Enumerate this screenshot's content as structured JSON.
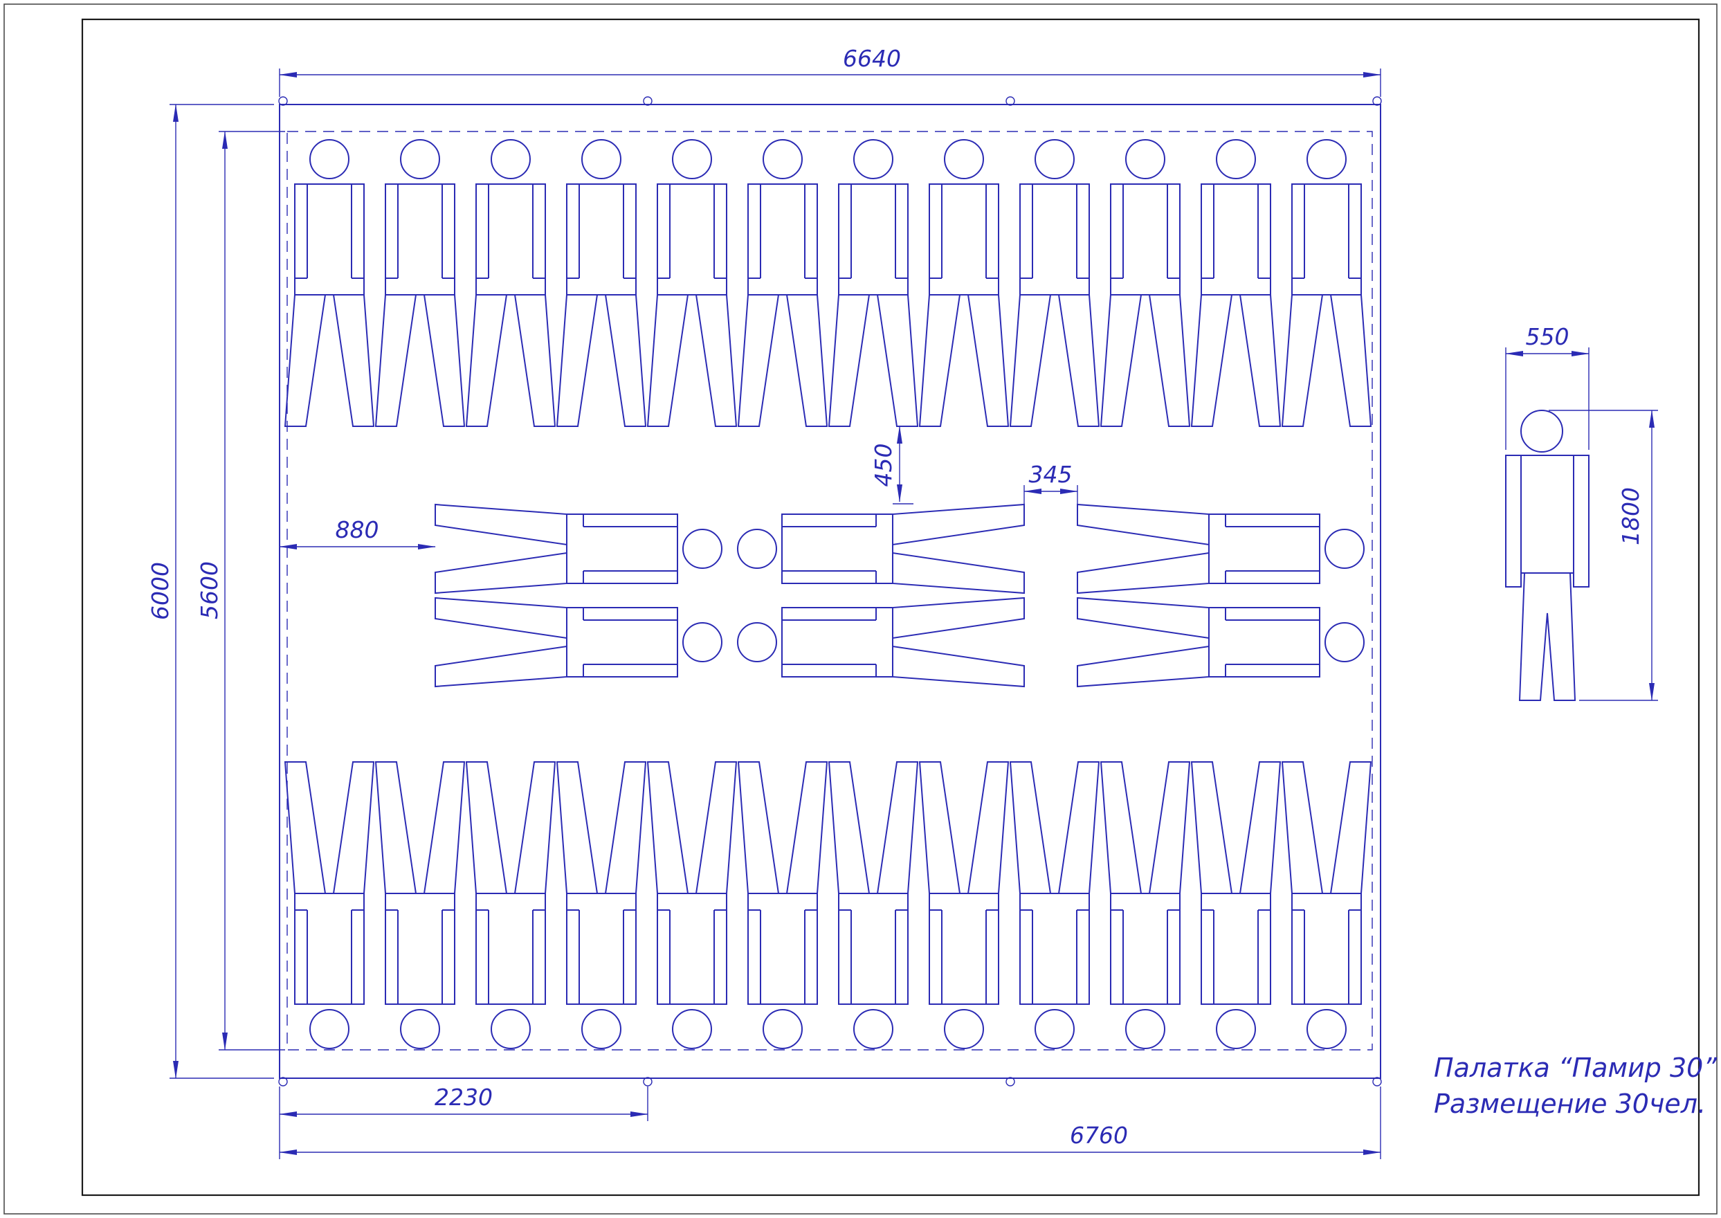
{
  "drawing": {
    "title": {
      "line1": "Палатка “Памир 30”",
      "line2": "Размещение 30чел."
    },
    "dimensions": {
      "tent_width_top": "6640",
      "tent_height_outer": "6000",
      "tent_height_inner": "5600",
      "side_offset": "880",
      "center_gap_vertical": "450",
      "center_gap_horizontal": "345",
      "bottom_segment": "2230",
      "tent_width_bottom": "6760",
      "person_width": "550",
      "person_height": "1800"
    },
    "figures": {
      "top_row_people": 12,
      "bottom_row_people": 12,
      "middle_row_people": 6,
      "total_people": 30
    },
    "colors": {
      "line": "#2b2bb4",
      "frame": "#1a1a1a",
      "background": "#ffffff"
    }
  }
}
